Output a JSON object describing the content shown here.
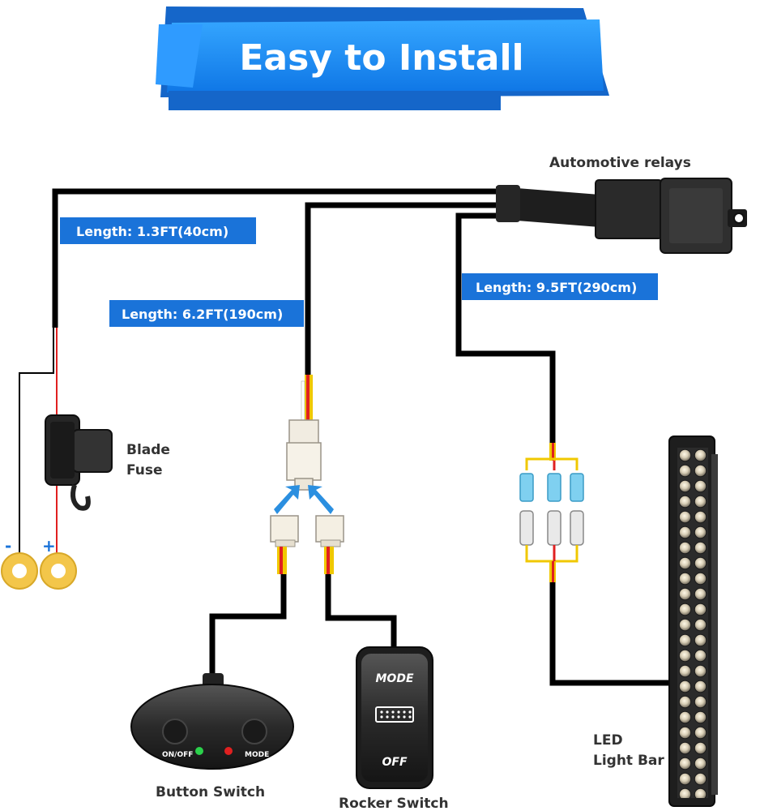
{
  "banner": {
    "title": "Easy to Install"
  },
  "lengths": {
    "fuse_wire": "Length: 1.3FT(40cm)",
    "switch_wire": "Length: 6.2FT(190cm)",
    "lightbar_wire": "Length: 9.5FT(290cm)"
  },
  "labels": {
    "relay": "Automotive relays",
    "fuse_line1": "Blade",
    "fuse_line2": "Fuse",
    "button_switch": "Button Switch",
    "rocker_switch": "Rocker Switch",
    "light_bar_line1": "LED",
    "light_bar_line2": "Light Bar"
  },
  "terminals": {
    "negative": "-",
    "positive": "+"
  },
  "button_switch": {
    "left_label": "ON/OFF",
    "right_label": "MODE"
  },
  "rocker_switch": {
    "top_label": "MODE",
    "bottom_label": "OFF"
  },
  "colors": {
    "banner_blue": "#1a8cf0",
    "banner_dark": "#1566c9",
    "label_blue": "#1a73d9",
    "wire": "#000000",
    "red_wire": "#e02020",
    "yellow_wire": "#f0c800",
    "connector_blue": "#7fd0f0",
    "terminal_gold": "#f3c64a",
    "arrow_blue": "#2b8fe0"
  }
}
